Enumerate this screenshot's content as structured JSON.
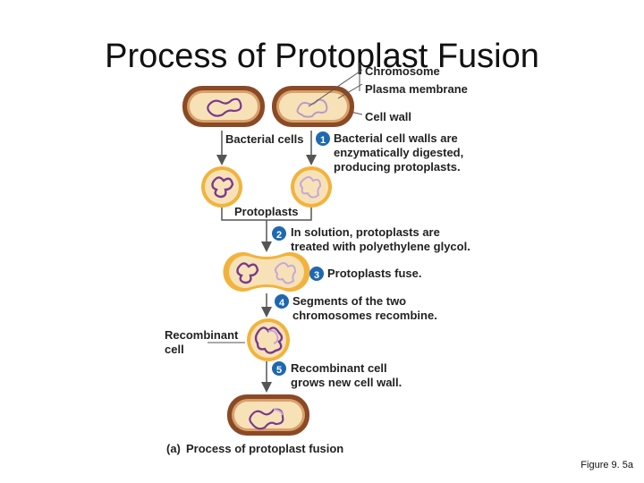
{
  "title": "Process of Protoplast Fusion",
  "labels": {
    "chromosome": "Chromosome",
    "plasma_membrane": "Plasma membrane",
    "cell_wall": "Cell wall",
    "bacterial_cells": "Bacterial cells",
    "protoplasts": "Protoplasts",
    "recombinant_cell_line1": "Recombinant",
    "recombinant_cell_line2": "cell"
  },
  "steps": [
    {
      "number": "1",
      "lines": [
        "Bacterial cell walls are",
        "enzymatically digested,",
        "producing protoplasts."
      ]
    },
    {
      "number": "2",
      "lines": [
        "In solution, protoplasts are",
        "treated with polyethylene glycol."
      ]
    },
    {
      "number": "3",
      "lines": [
        "Protoplasts fuse."
      ]
    },
    {
      "number": "4",
      "lines": [
        "Segments of the two",
        "chromosomes recombine."
      ]
    },
    {
      "number": "5",
      "lines": [
        "Recombinant cell",
        "grows new cell wall."
      ]
    }
  ],
  "panel_caption": {
    "letter": "(a)",
    "text": "Process of protoplast fusion"
  },
  "figure_caption": "Figure 9. 5a",
  "colors": {
    "cell_wall": "#8a4a25",
    "cytoplasm": "#f7e2b8",
    "protoplast_ring": "#f2b33d",
    "chromosome_dark": "#7a3a8c",
    "chromosome_light": "#c8a6d6",
    "step_circle": "#1f68b0",
    "arrow": "#555555"
  }
}
